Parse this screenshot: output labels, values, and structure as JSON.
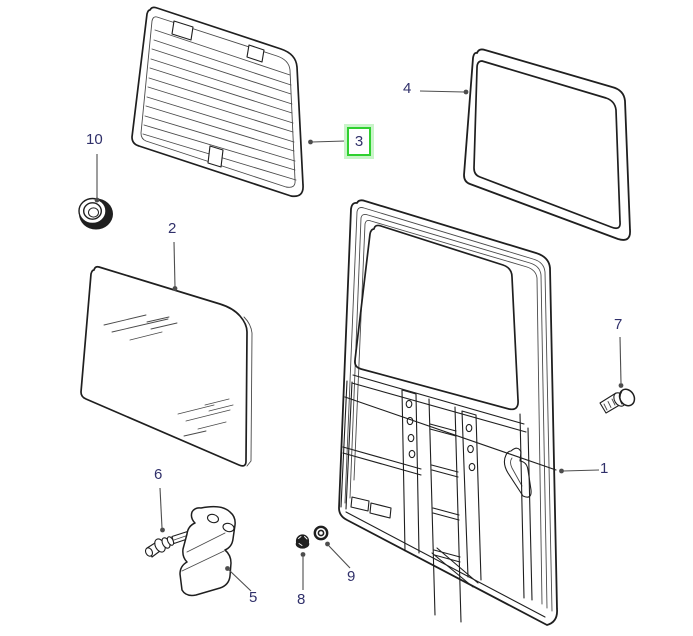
{
  "figure": {
    "kind": "exploded-parts-diagram",
    "background": "#ffffff",
    "selected_part_number": "3"
  },
  "colors": {
    "line": "#1f1f1f",
    "thin_line": "#4a4a4a",
    "leader": "#4d4d4d",
    "label_text": "#30306a",
    "highlight_border": "#2fd02f",
    "highlight_glow": "#c9f4c9"
  },
  "parts": [
    {
      "number": "1",
      "shape": "door-frame",
      "highlighted": false
    },
    {
      "number": "2",
      "shape": "window-glass",
      "highlighted": false
    },
    {
      "number": "3",
      "shape": "louvered-panel",
      "highlighted": true
    },
    {
      "number": "4",
      "shape": "window-seal",
      "highlighted": false
    },
    {
      "number": "5",
      "shape": "mounting-bracket",
      "highlighted": false
    },
    {
      "number": "6",
      "shape": "pin-bolt",
      "highlighted": false
    },
    {
      "number": "7",
      "shape": "screw",
      "highlighted": false
    },
    {
      "number": "8",
      "shape": "nut",
      "highlighted": false
    },
    {
      "number": "9",
      "shape": "washer",
      "highlighted": false
    },
    {
      "number": "10",
      "shape": "grommet",
      "highlighted": false
    }
  ]
}
